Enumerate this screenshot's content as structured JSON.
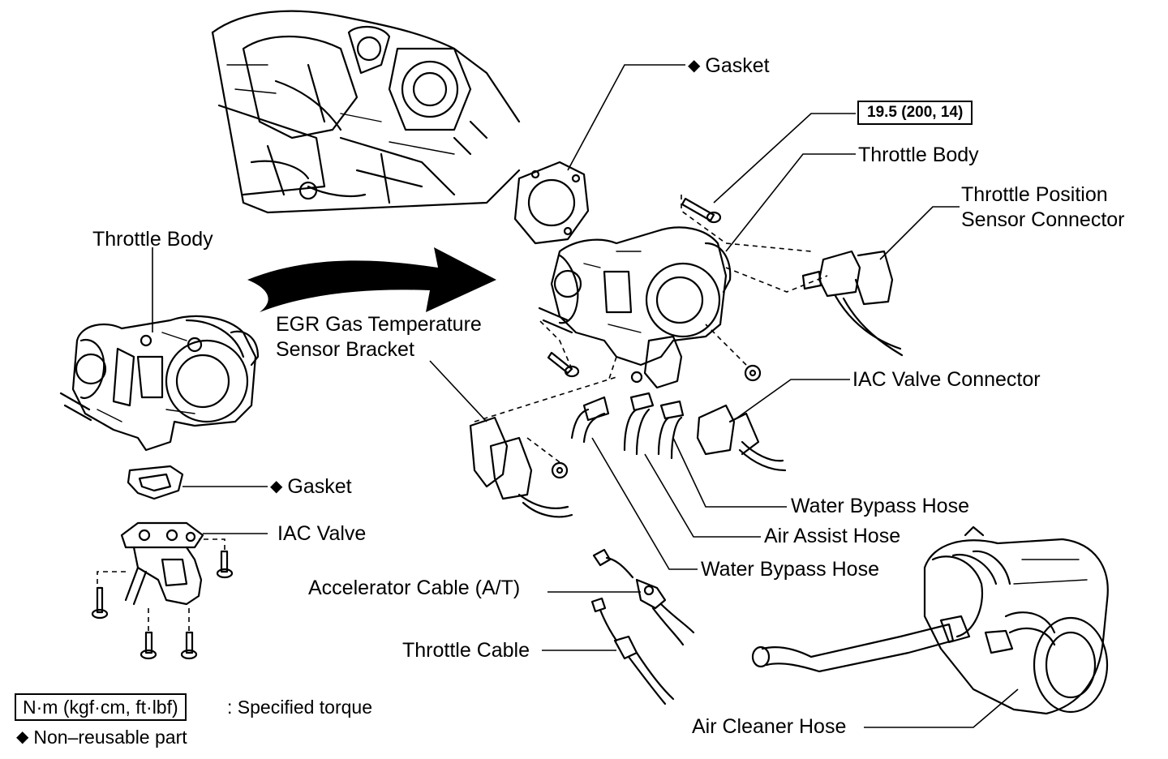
{
  "labels": {
    "gasket_top": "Gasket",
    "torque_spec": "19.5 (200, 14)",
    "throttle_body_right": "Throttle Body",
    "tps_connector_line1": "Throttle Position",
    "tps_connector_line2": "Sensor Connector",
    "throttle_body_left": "Throttle Body",
    "egr_bracket_line1": "EGR Gas Temperature",
    "egr_bracket_line2": "Sensor Bracket",
    "iac_valve_connector": "IAC Valve Connector",
    "gasket_left": "Gasket",
    "iac_valve": "IAC Valve",
    "water_bypass_hose_1": "Water Bypass Hose",
    "air_assist_hose": "Air Assist Hose",
    "water_bypass_hose_2": "Water Bypass Hose",
    "accelerator_cable": "Accelerator Cable (A/T)",
    "throttle_cable": "Throttle Cable",
    "air_cleaner_hose": "Air Cleaner Hose"
  },
  "legend": {
    "torque_unit": "N·m (kgf·cm, ft·lbf)",
    "torque_desc": ": Specified torque",
    "non_reusable_symbol": "◆",
    "non_reusable_desc": "Non–reusable part"
  },
  "symbols": {
    "non_reusable": "◆"
  }
}
